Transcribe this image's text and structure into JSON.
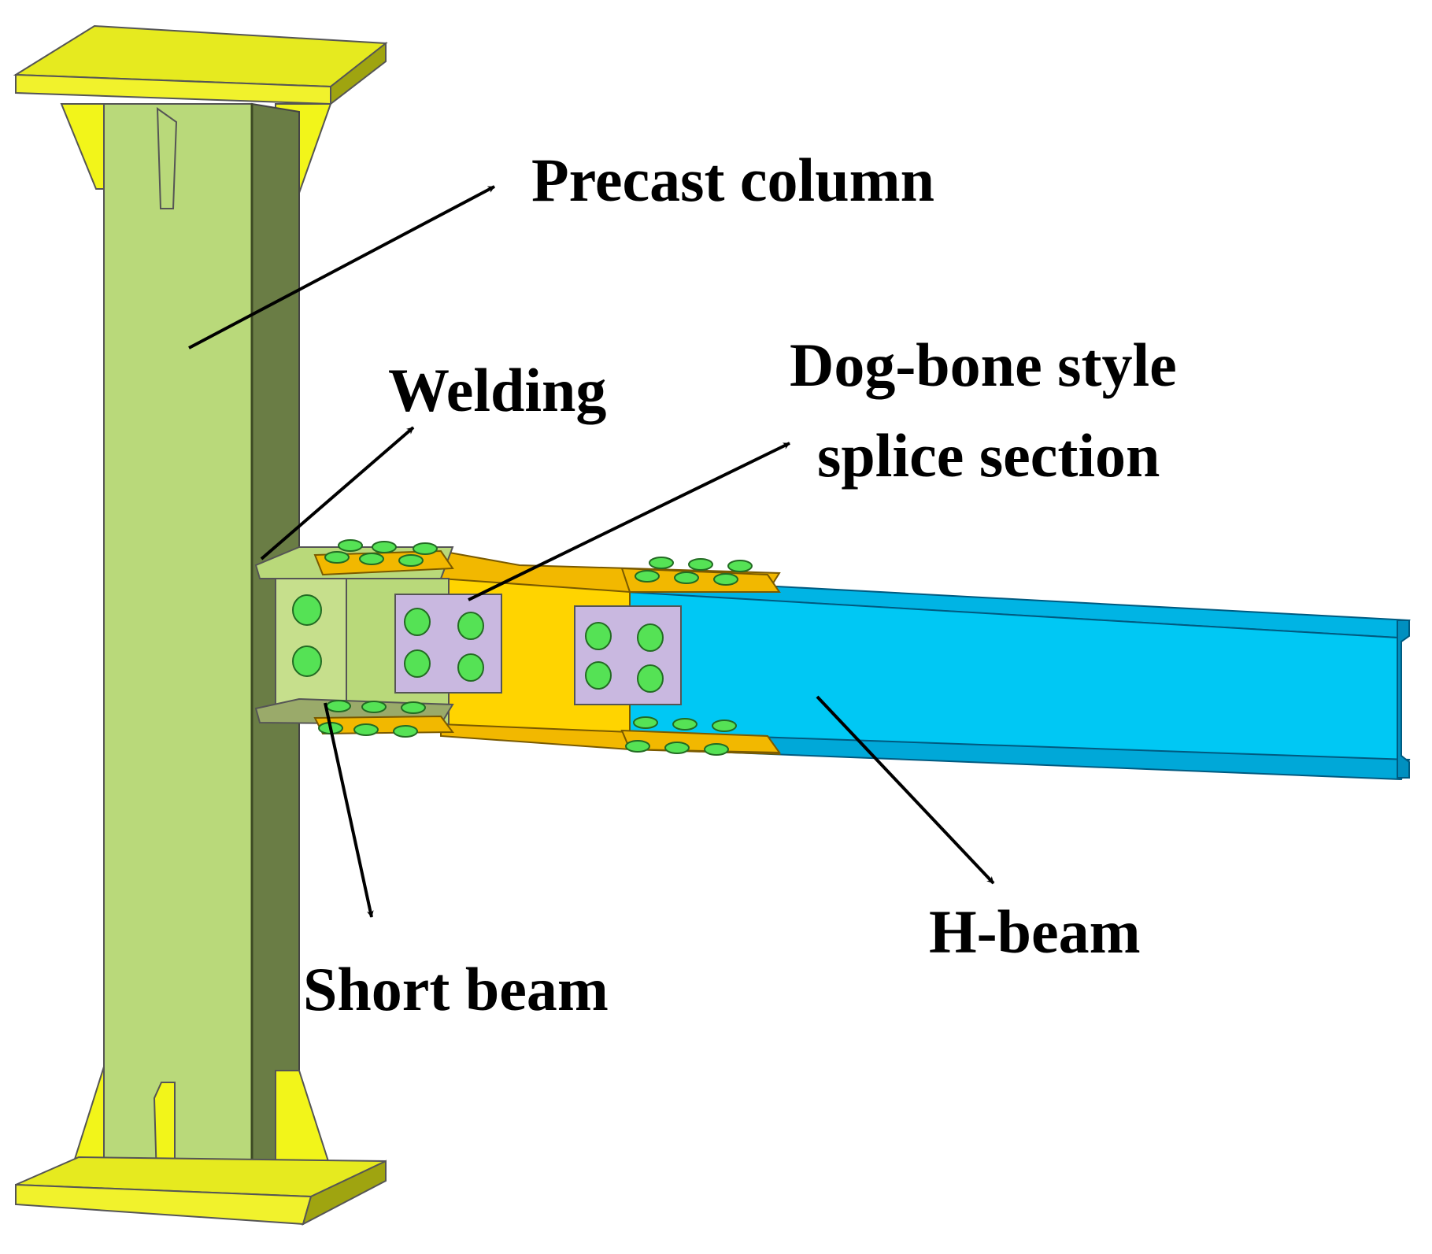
{
  "labels": {
    "precast_column": "Precast column",
    "welding": "Welding",
    "dog_bone_line1": "Dog-bone style",
    "dog_bone_line2": "splice section",
    "short_beam": "Short beam",
    "h_beam": "H-beam"
  },
  "colors": {
    "column": "#b9d97a",
    "column_side": "#6a7d45",
    "column_plate": "#e6ea1f",
    "stiffener": "#f2f51a",
    "splice": "#ffd400",
    "h_beam": "#00c8f4",
    "h_beam_dark": "#0090c0",
    "bolt": "#55e255",
    "web_plate": "#c9b8e0"
  }
}
